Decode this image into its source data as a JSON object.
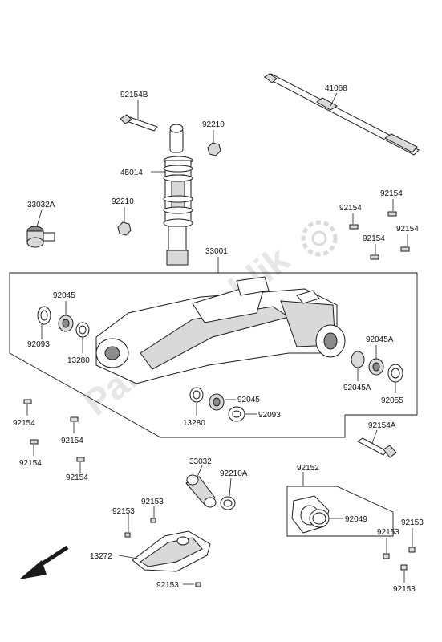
{
  "watermark": "PartsRepublik",
  "labels": {
    "l41068": "41068",
    "l92154B": "92154B",
    "l92210a": "92210",
    "l45014": "45014",
    "l33032A": "33032A",
    "l92210b": "92210",
    "l92154_r1": "92154",
    "l92154_r2": "92154",
    "l92154_r3": "92154",
    "l92154_r4": "92154",
    "l33001": "33001",
    "l92045_a": "92045",
    "l92093_a": "92093",
    "l13280_a": "13280",
    "l92045A_a": "92045A",
    "l92045A_b": "92045A",
    "l92055": "92055",
    "l92045_b": "92045",
    "l13280_b": "13280",
    "l92093_b": "92093",
    "l92154_l1": "92154",
    "l92154_l2": "92154",
    "l92154_l3": "92154",
    "l92154_l4": "92154",
    "l92154A": "92154A",
    "l33032": "33032",
    "l92210A": "92210A",
    "l92152": "92152",
    "l92049": "92049",
    "l92153_a": "92153",
    "l92153_b": "92153",
    "l13272": "13272",
    "l92153_c": "92153",
    "l92153_d": "92153",
    "l92153_e": "92153",
    "l92153_f": "92153"
  }
}
